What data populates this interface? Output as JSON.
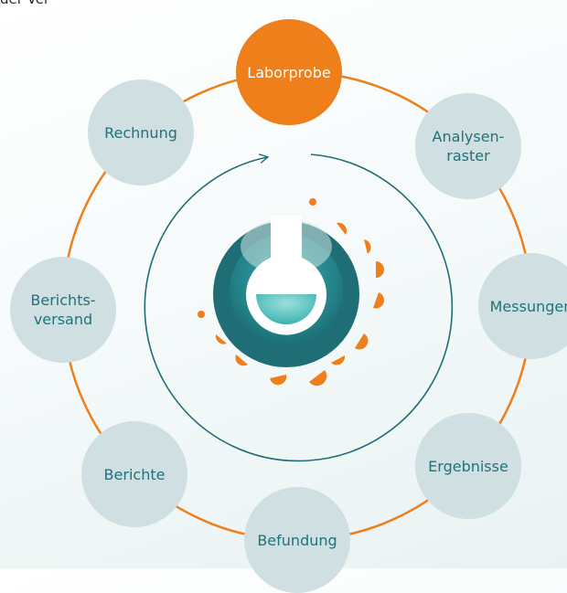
{
  "header": {
    "cut_text": "der Ver"
  },
  "colors": {
    "orange": "#ee7f1a",
    "node_grey": "#cfdfe2",
    "teal_dark": "#1f6e76",
    "teal_mid": "#2f9ea4",
    "teal_light": "#6fc7c6",
    "text_teal": "#23717a"
  },
  "cycle": {
    "steps": [
      {
        "label": "Laborprobe",
        "active": true
      },
      {
        "label": "Analysen-\nraster",
        "active": false
      },
      {
        "label": "Messungen",
        "active": false
      },
      {
        "label": "Ergebnisse",
        "active": false
      },
      {
        "label": "Befundung",
        "active": false
      },
      {
        "label": "Berichte",
        "active": false
      },
      {
        "label": "Berichts-\nversand",
        "active": false
      },
      {
        "label": "Rechnung",
        "active": false
      }
    ]
  },
  "center_icon": "lab-flask-icon"
}
